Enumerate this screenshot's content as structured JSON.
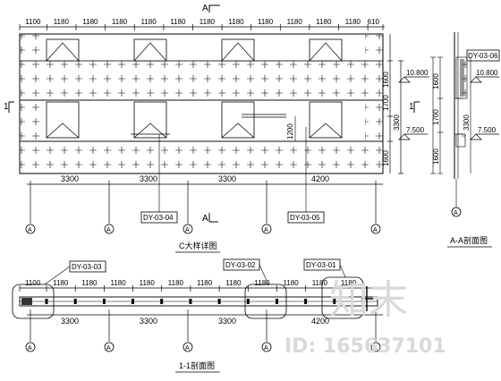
{
  "top_plan": {
    "section_mark": "A",
    "side_mark": "1",
    "top_dims": [
      "1100",
      "1180",
      "1180",
      "1180",
      "1180",
      "1180",
      "1180",
      "1180",
      "1180",
      "1180",
      "1180",
      "1180",
      "610"
    ],
    "right_dims": [
      "1600",
      "1700",
      "1600"
    ],
    "right_total": "3300",
    "level_top": "10.800",
    "level_bottom": "7.500",
    "inner_dim": "1200",
    "bottom_dims": [
      "3300",
      "3300",
      "3300",
      "4200"
    ],
    "grid_labels": [
      "A",
      "A",
      "A",
      "A",
      "A"
    ],
    "tags": [
      "DY-03-04",
      "DY-03-05"
    ],
    "title": "C大样详图"
  },
  "section_aa": {
    "tag": "DY-03-06",
    "dims": [
      "1600",
      "1700",
      "1600"
    ],
    "total": "3300",
    "level_top": "10.800",
    "level_bottom": "7.500",
    "grid_label": "A",
    "title": "A-A剖面图"
  },
  "section_11": {
    "tags": [
      "DY-03-03",
      "DY-03-02",
      "DY-03-01"
    ],
    "top_dims": [
      "1100",
      "1180",
      "1180",
      "1180",
      "1180",
      "1180",
      "1180",
      "1180",
      "1180",
      "1180",
      "1180",
      "1180"
    ],
    "bottom_dims": [
      "3300",
      "3300",
      "3300",
      "4200"
    ],
    "grid_labels": [
      "A",
      "A",
      "A",
      "A",
      "A"
    ],
    "title": "1-1剖面图"
  },
  "watermark": {
    "logo_text": "知末",
    "id_text": "ID: 165637101"
  }
}
